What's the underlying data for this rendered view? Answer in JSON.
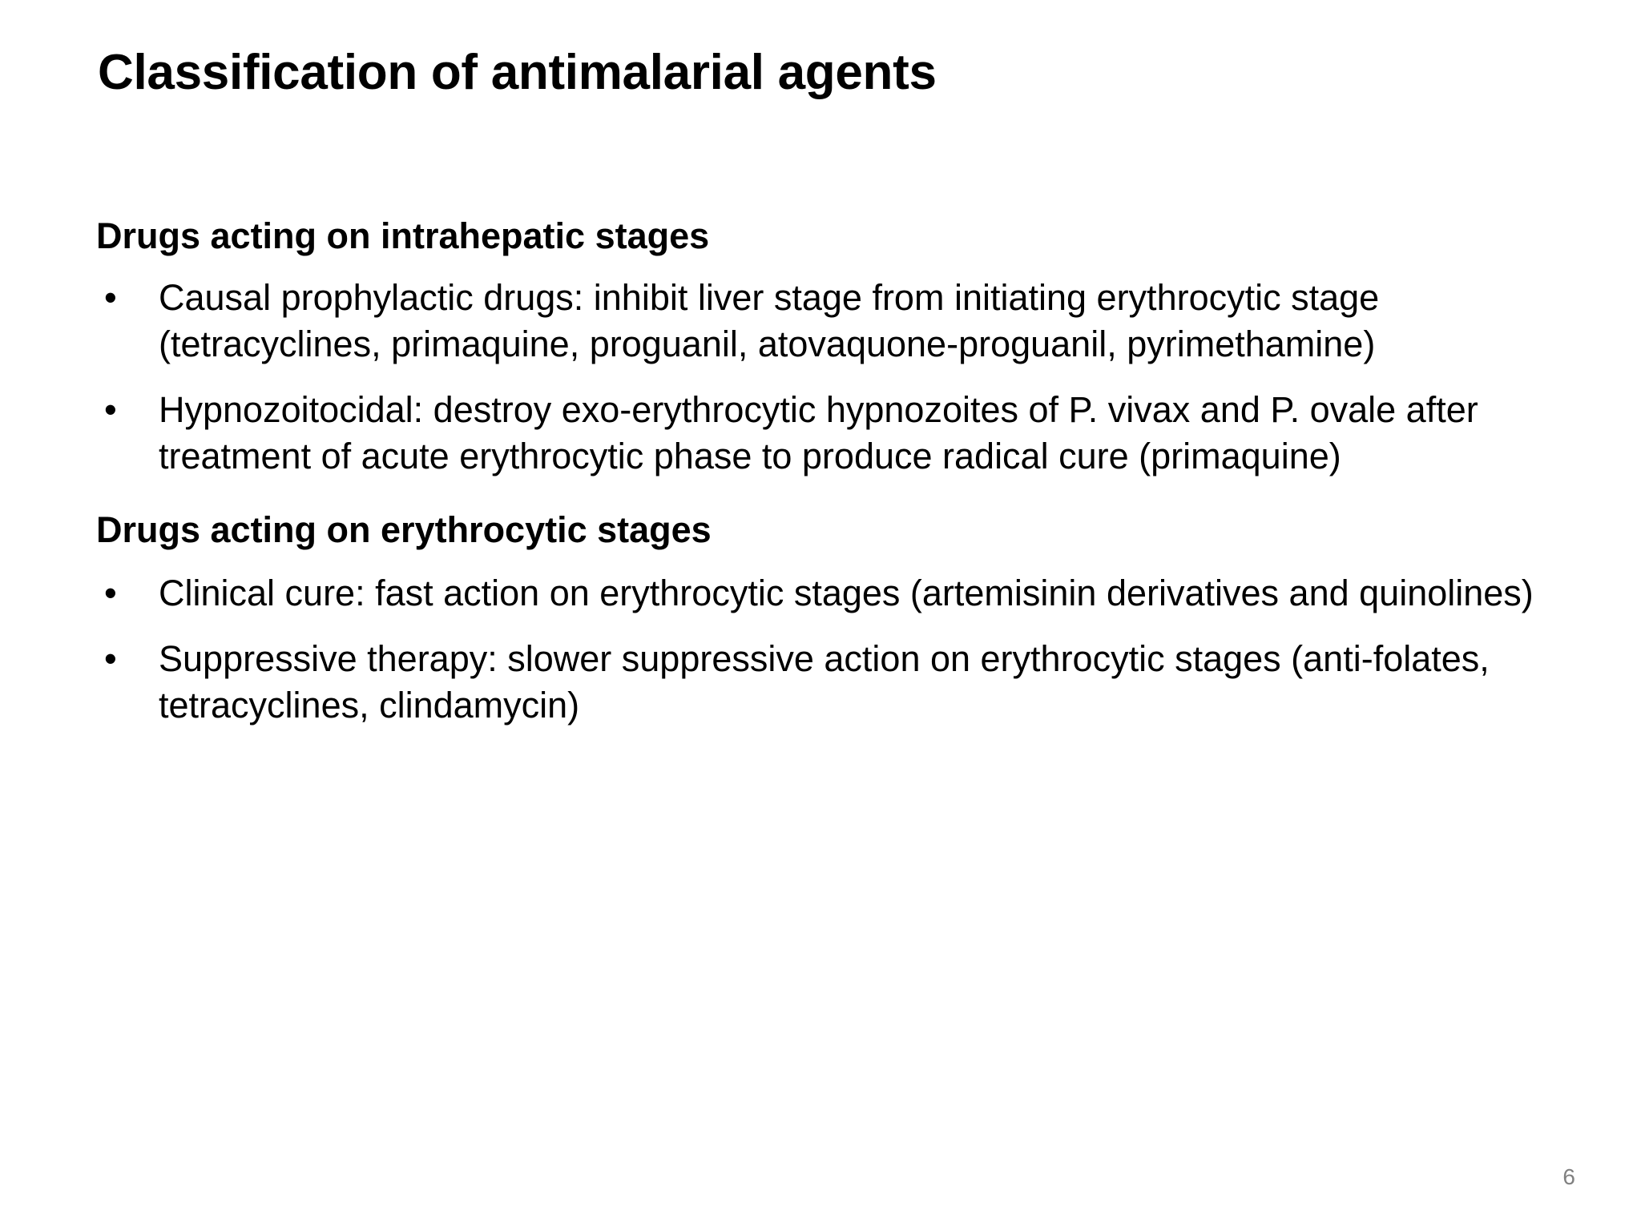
{
  "slide": {
    "title": "Classification of antimalarial agents",
    "page_number": "6",
    "sections": [
      {
        "heading": "Drugs acting on intrahepatic stages",
        "bullets": [
          "Causal prophylactic drugs: inhibit liver stage from initiating erythrocytic stage (tetracyclines, primaquine, proguanil, atovaquone-proguanil, pyrimethamine)",
          "Hypnozoitocidal: destroy exo-erythrocytic hypnozoites of P. vivax and P. ovale after treatment of acute erythrocytic phase to produce radical cure (primaquine)"
        ]
      },
      {
        "heading": "Drugs acting on erythrocytic stages",
        "bullets": [
          "Clinical cure: fast action on erythrocytic stages (artemisinin derivatives and quinolines)",
          "Suppressive therapy: slower suppressive action on erythrocytic stages (anti-folates, tetracyclines, clindamycin)"
        ]
      }
    ],
    "bullet_glyph": "•",
    "colors": {
      "text": "#000000",
      "background": "#ffffff",
      "page_number": "#808080"
    }
  }
}
